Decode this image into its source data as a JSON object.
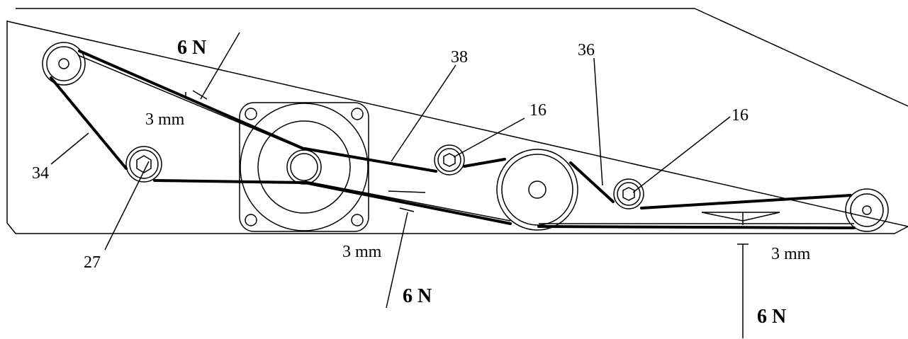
{
  "labels": {
    "force_1": "6 N",
    "force_2": "6 N",
    "force_3": "6 N",
    "deflection_1": "3 mm",
    "deflection_2": "3 mm",
    "deflection_3": "3 mm",
    "ref_34": "34",
    "ref_27": "27",
    "ref_38": "38",
    "ref_16a": "16",
    "ref_36": "36",
    "ref_16b": "16"
  }
}
